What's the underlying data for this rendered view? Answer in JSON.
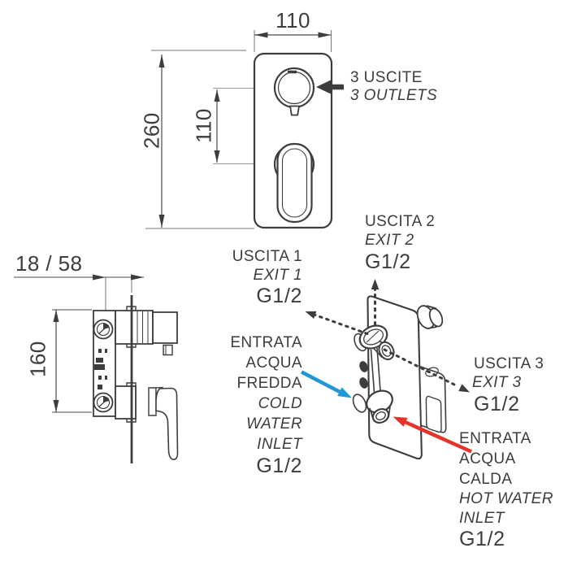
{
  "document_type": "technical-installation-diagram",
  "colors": {
    "ink": "#3d3d3d",
    "cold": "#1e97d4",
    "hot": "#e63329"
  },
  "front_view": {
    "width_dim": "110",
    "height_dim": "260",
    "handle_centers_dim": "110",
    "outlets_it": "3 USCITE",
    "outlets_en": "3 OUTLETS"
  },
  "side_view": {
    "depth_range_dim": "18 / 58",
    "height_dim": "160"
  },
  "connections": {
    "exit1": {
      "it": "USCITA 1",
      "en": "EXIT 1",
      "thread": "G1/2"
    },
    "exit2": {
      "it": "USCITA 2",
      "en": "EXIT 2",
      "thread": "G1/2"
    },
    "exit3": {
      "it": "USCITA 3",
      "en": "EXIT 3",
      "thread": "G1/2"
    },
    "cold_inlet": {
      "it1": "ENTRATA",
      "it2": "ACQUA",
      "it3": "FREDDA",
      "en1": "COLD",
      "en2": "WATER",
      "en3": "INLET",
      "thread": "G1/2"
    },
    "hot_inlet": {
      "it1": "ENTRATA",
      "it2": "ACQUA",
      "it3": "CALDA",
      "en1": "HOT WATER",
      "en2": "INLET",
      "thread": "G1/2"
    }
  }
}
